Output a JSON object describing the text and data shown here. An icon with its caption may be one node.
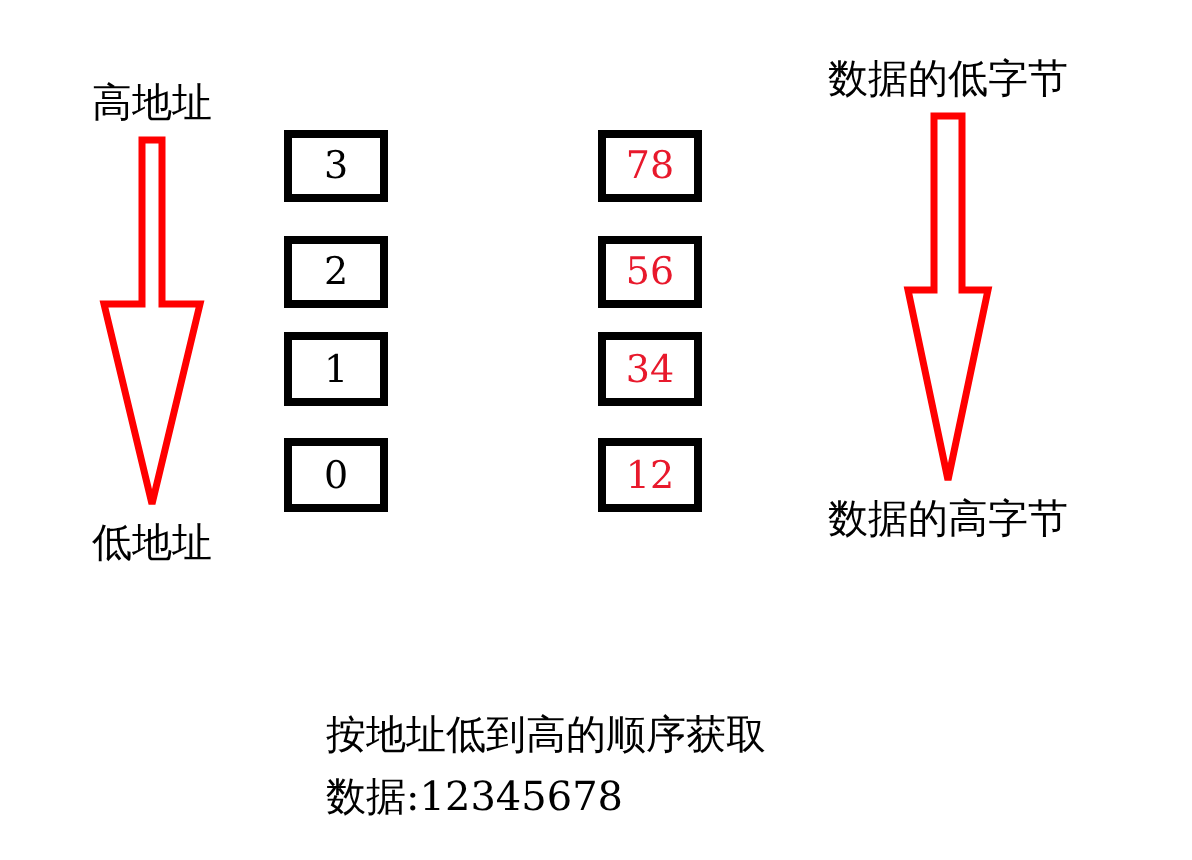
{
  "diagram": {
    "caption": "按地址低到高的顺序获取数据:12345678",
    "nodes": [
      {
        "text": [
          "高地址"
        ]
      },
      {
        "text": [
          "低地址"
        ]
      },
      {
        "text": [
          "3"
        ]
      },
      {
        "text": [
          "2"
        ]
      },
      {
        "text": [
          "1"
        ]
      },
      {
        "text": [
          "0"
        ]
      },
      {
        "text": [
          "78"
        ]
      },
      {
        "text": [
          "56"
        ]
      },
      {
        "text": [
          "34"
        ]
      },
      {
        "text": [
          "12"
        ]
      },
      {
        "text": [
          "数据的低字节"
        ]
      },
      {
        "text": [
          "数据的高字节"
        ]
      }
    ],
    "edges": [
      {
        "from": 0,
        "to": 1,
        "arrow": "to",
        "style": "thick",
        "color": "#ff0000"
      },
      {
        "from": 10,
        "to": 11,
        "arrow": "to",
        "style": "thick",
        "color": "#ff0000"
      }
    ]
  }
}
